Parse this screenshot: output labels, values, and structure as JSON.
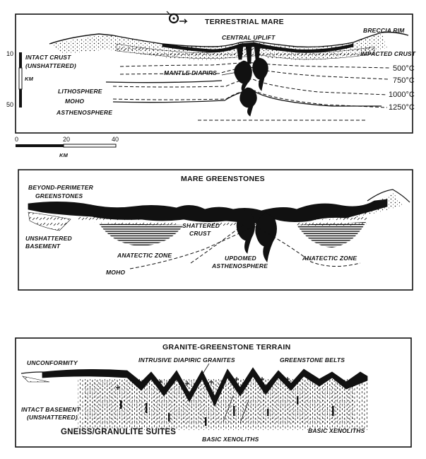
{
  "panel1": {
    "title": "TERRESTRIAL MARE",
    "labels": {
      "central_uplift": "CENTRAL UPLIFT",
      "breccia_rim": "BRECCIA RIM",
      "intact_crust": "INTACT CRUST",
      "unshattered": "(UNSHATTERED)",
      "impacted_crust": "IMPACTED CRUST",
      "mantle_diapirs": "MANTLE DIAPIRS",
      "lithosphere": "LITHOSPHERE",
      "moho": "MOHO",
      "asthenosphere": "ASTHENOSPHERE"
    },
    "isotherms": [
      "500°C",
      "750°C",
      "1000°C",
      "1250°C"
    ],
    "depth_scale": {
      "ticks": [
        "10",
        "50"
      ],
      "unit": "KM"
    },
    "distance_scale": {
      "ticks": [
        "0",
        "20",
        "40"
      ],
      "unit": "KM"
    }
  },
  "panel2": {
    "title": "MARE GREENSTONES",
    "labels": {
      "beyond_perimeter_1": "BEYOND-PERIMETER",
      "beyond_perimeter_2": "GREENSTONES",
      "unshattered_1": "UNSHATTERED",
      "unshattered_2": "BASEMENT",
      "shattered_1": "SHATTERED",
      "shattered_2": "CRUST",
      "anatectic_left": "ANATECTIC ZONE",
      "anatectic_right": "ANATECTIC ZONE",
      "updomed_1": "UPDOMED",
      "updomed_2": "ASTHENOSPHERE",
      "moho": "MOHO"
    }
  },
  "panel3": {
    "title": "GRANITE-GREENSTONE TERRAIN",
    "labels": {
      "unconformity": "UNCONFORMITY",
      "intrusive_granites": "INTRUSIVE DIAPIRIC GRANITES",
      "greenstone_belts": "GREENSTONE BELTS",
      "intact_basement_1": "INTACT BASEMENT",
      "intact_basement_2": "(UNSHATTERED)",
      "gneiss_suites": "GNEISS/GRANULITE SUITES",
      "basic_xenoliths_1": "BASIC XENOLITHS",
      "basic_xenoliths_2": "BASIC XENOLITHS"
    }
  },
  "colors": {
    "ink": "#111111",
    "paper": "#ffffff"
  }
}
